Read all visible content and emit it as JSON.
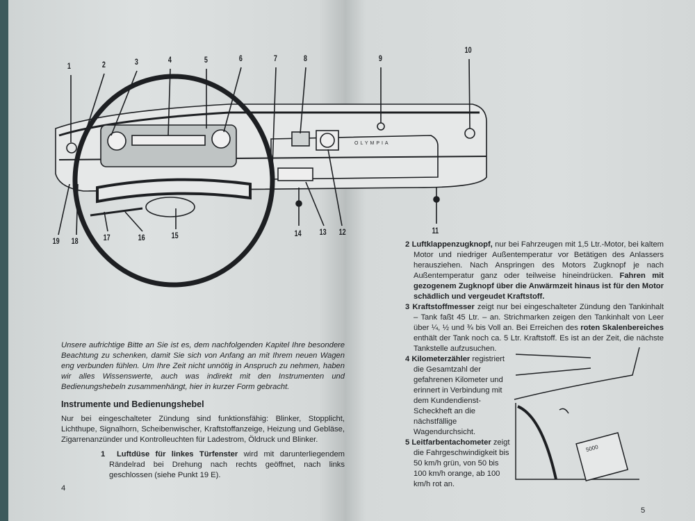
{
  "callouts_top": [
    "1",
    "2",
    "3",
    "4",
    "5",
    "6",
    "7",
    "8",
    "9",
    "10"
  ],
  "callouts_bottom": [
    "19",
    "18",
    "17",
    "16",
    "15",
    "14",
    "13",
    "12",
    "11"
  ],
  "dashboard_badge": "OLYMPIA",
  "left_page": {
    "intro": "Unsere aufrichtige Bitte an Sie ist es, dem nachfolgenden Kapitel Ihre besondere Beachtung zu schenken, damit Sie sich von Anfang an mit Ihrem neuen Wagen eng verbunden fühlen. Um Ihre Zeit nicht unnötig in Anspruch zu nehmen, haben wir alles Wissenswerte, auch was indirekt mit den Instrumenten und Bedienungshebeln zusammenhängt, hier in kurzer Form gebracht.",
    "heading": "Instrumente und Bedienungshebel",
    "paragraph": "Nur bei eingeschalteter Zündung sind funktionsfähig: Blinker, Stopplicht, Lichthupe, Signalhorn, Scheibenwischer, Kraftstoffanzeige, Heizung und Gebläse, Zigarrenanzünder und Kontrolleuchten für Ladestrom, Öldruck und Blinker.",
    "item1_num": "1",
    "item1_title": "Luftdüse für linkes Türfenster",
    "item1_text": " wird mit darunterliegendem Rändelrad bei Drehung nach rechts geöffnet, nach links geschlossen (siehe Punkt 19 E).",
    "page_number": "4"
  },
  "right_page": {
    "item2_num": "2",
    "item2_title": "Luftklappenzugknopf,",
    "item2_text": " nur bei Fahrzeugen mit 1,5 Ltr.-Motor, bei kaltem Motor und niedriger Außentemperatur vor Betätigen des Anlassers herausziehen. Nach Anspringen des Motors Zugknopf je nach Außentemperatur ganz oder teilweise hineindrücken. ",
    "item2_bold": "Fahren mit gezogenem Zugknopf über die Anwärmzeit hinaus ist für den Motor schädlich und vergeudet Kraftstoff.",
    "item3_num": "3",
    "item3_title": "Kraftstoffmesser",
    "item3_text": " zeigt nur bei eingeschalteter Zündung den Tankinhalt – Tank faßt 45 Ltr. – an. Strichmarken zeigen den Tankinhalt von Leer über ¼, ½ und ¾ bis Voll an. Bei Erreichen des ",
    "item3_bold": "roten Skalenbereiches",
    "item3_text2": " enthält der Tank noch ca. 5 Ltr. Kraftstoff. Es ist an der Zeit, die nächste Tankstelle aufzusuchen.",
    "item4_num": "4",
    "item4_title": "Kilometerzähler",
    "item4_text": " registriert die Gesamtzahl der gefahrenen Kilometer und erinnert in Verbindung mit dem Kundendienst-Scheckheft an die nächstfällige Wagendurchsicht.",
    "item5_num": "5",
    "item5_title": "Leitfarbentachometer",
    "item5_text": " zeigt die Fahrgeschwindigkeit bis 50 km/h grün, von 50 bis 100 km/h orange, ab 100 km/h rot an.",
    "inset_counter": "5000",
    "page_number": "5"
  }
}
